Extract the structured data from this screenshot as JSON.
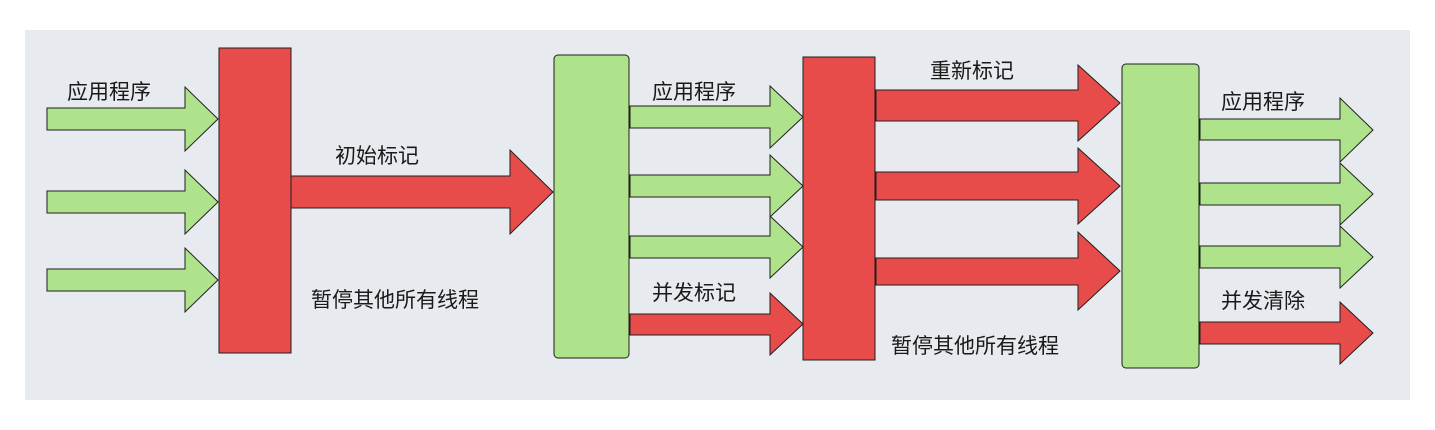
{
  "colors": {
    "background": "#ffffff",
    "panel": "#e7eaee",
    "red": "#e74c4b",
    "green": "#afe38b",
    "outline": "#1f1f1f"
  },
  "labels": {
    "app_program_1": "应用程序",
    "initial_mark": "初始标记",
    "pause_threads_1": "暂停其他所有线程",
    "app_program_2": "应用程序",
    "concurrent_mark": "并发标记",
    "remark": "重新标记",
    "pause_threads_2": "暂停其他所有线程",
    "app_program_3": "应用程序",
    "concurrent_sweep": "并发清除"
  }
}
